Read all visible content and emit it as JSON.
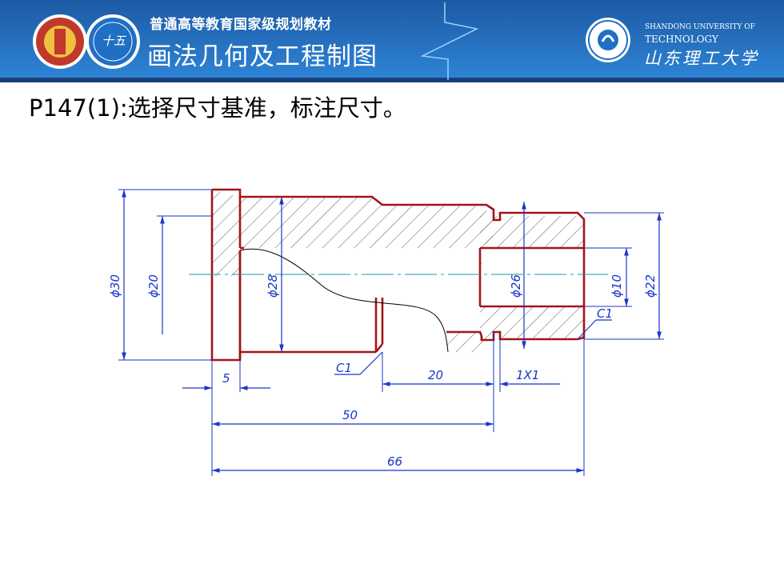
{
  "header": {
    "subtitle": "普通高等教育国家级规划教材",
    "title": "画法几何及工程制图",
    "university_en_line1": "SHANDONG UNIVERSITY OF",
    "university_en_line2": "TECHNOLOGY",
    "university_cn": "山东理工大学",
    "logo_badge_text": "十五",
    "colors": {
      "banner_top": "#1c5aa4",
      "banner_bottom": "#2f86d8",
      "logo_red": "#c0392b"
    }
  },
  "slide": {
    "heading": "P147(1):选择尺寸基准，标注尺寸。"
  },
  "drawing": {
    "colors": {
      "outline": "#a3141b",
      "dimension": "#1a35c8",
      "centerline": "#1c9aa6"
    },
    "dimensions": {
      "d30": "ϕ30",
      "d20": "ϕ20",
      "d28": "ϕ28",
      "d26": "ϕ26",
      "d10": "ϕ10",
      "d22": "ϕ22",
      "chamfer_left": "C1",
      "chamfer_right": "C1",
      "len5": "5",
      "len20": "20",
      "groove": "1X1",
      "len50": "50",
      "len66": "66"
    }
  }
}
